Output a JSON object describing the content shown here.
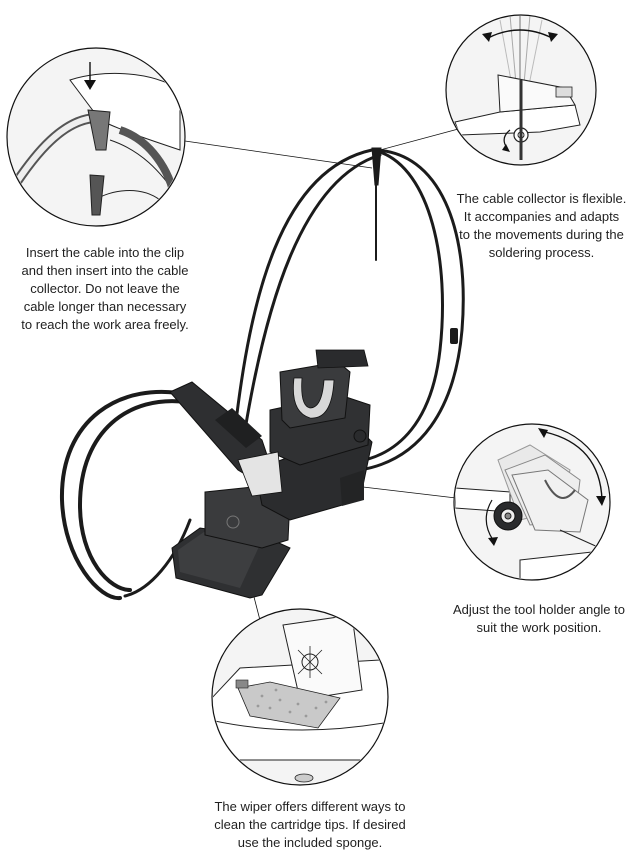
{
  "captions": {
    "clip": {
      "lines": [
        "Insert the cable into the clip",
        "and then insert into the cable",
        "collector. Do not leave the",
        "cable longer than necessary",
        "to reach the work area freely."
      ]
    },
    "collector": {
      "lines": [
        "The cable collector is flexible.",
        "It accompanies and adapts",
        "to the movements during the",
        "soldering process."
      ]
    },
    "angle": {
      "lines": [
        "Adjust the tool holder angle to",
        "suit the work position."
      ]
    },
    "wiper": {
      "lines": [
        "The wiper offers different ways to",
        "clean the cartridge tips. If desired",
        "use the included sponge."
      ]
    }
  },
  "colors": {
    "outline": "#111111",
    "station_body": "#3a3b3d",
    "station_dark": "#232425",
    "cable": "#1b1b1b",
    "detail_fill": "#f4f4f4",
    "tool_holder_insert": "#d8d8d8",
    "sponge": "#c9c9c9",
    "rotation_arrow": "#2a2a2a"
  }
}
